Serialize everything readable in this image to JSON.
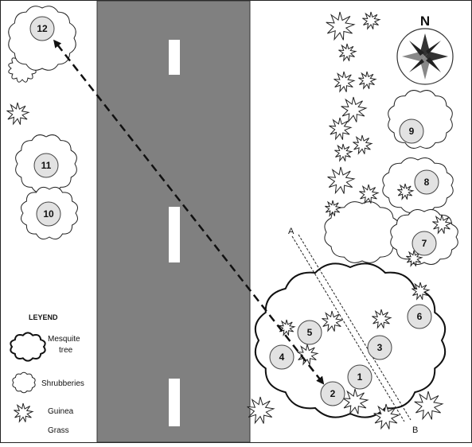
{
  "compass": {
    "north": "N"
  },
  "transect": {
    "start": "A",
    "end": "B"
  },
  "legend": {
    "title": "LEYEND",
    "items": [
      {
        "label_line1": "Mesquite",
        "label_line2": "tree",
        "icon": "mesquite-tree-icon"
      },
      {
        "label_line1": "Shrubberies",
        "label_line2": "",
        "icon": "shrubbery-icon"
      },
      {
        "label_line1": "Guinea",
        "label_line2": "Grass",
        "icon": "guinea-grass-icon"
      }
    ]
  },
  "trees": [
    {
      "id": "1",
      "label": "1"
    },
    {
      "id": "2",
      "label": "2"
    },
    {
      "id": "3",
      "label": "3"
    },
    {
      "id": "4",
      "label": "4"
    },
    {
      "id": "5",
      "label": "5"
    },
    {
      "id": "6",
      "label": "6"
    },
    {
      "id": "7",
      "label": "7"
    },
    {
      "id": "8",
      "label": "8"
    },
    {
      "id": "9",
      "label": "9"
    },
    {
      "id": "10",
      "label": "10"
    },
    {
      "id": "11",
      "label": "11"
    },
    {
      "id": "12",
      "label": "12"
    }
  ]
}
